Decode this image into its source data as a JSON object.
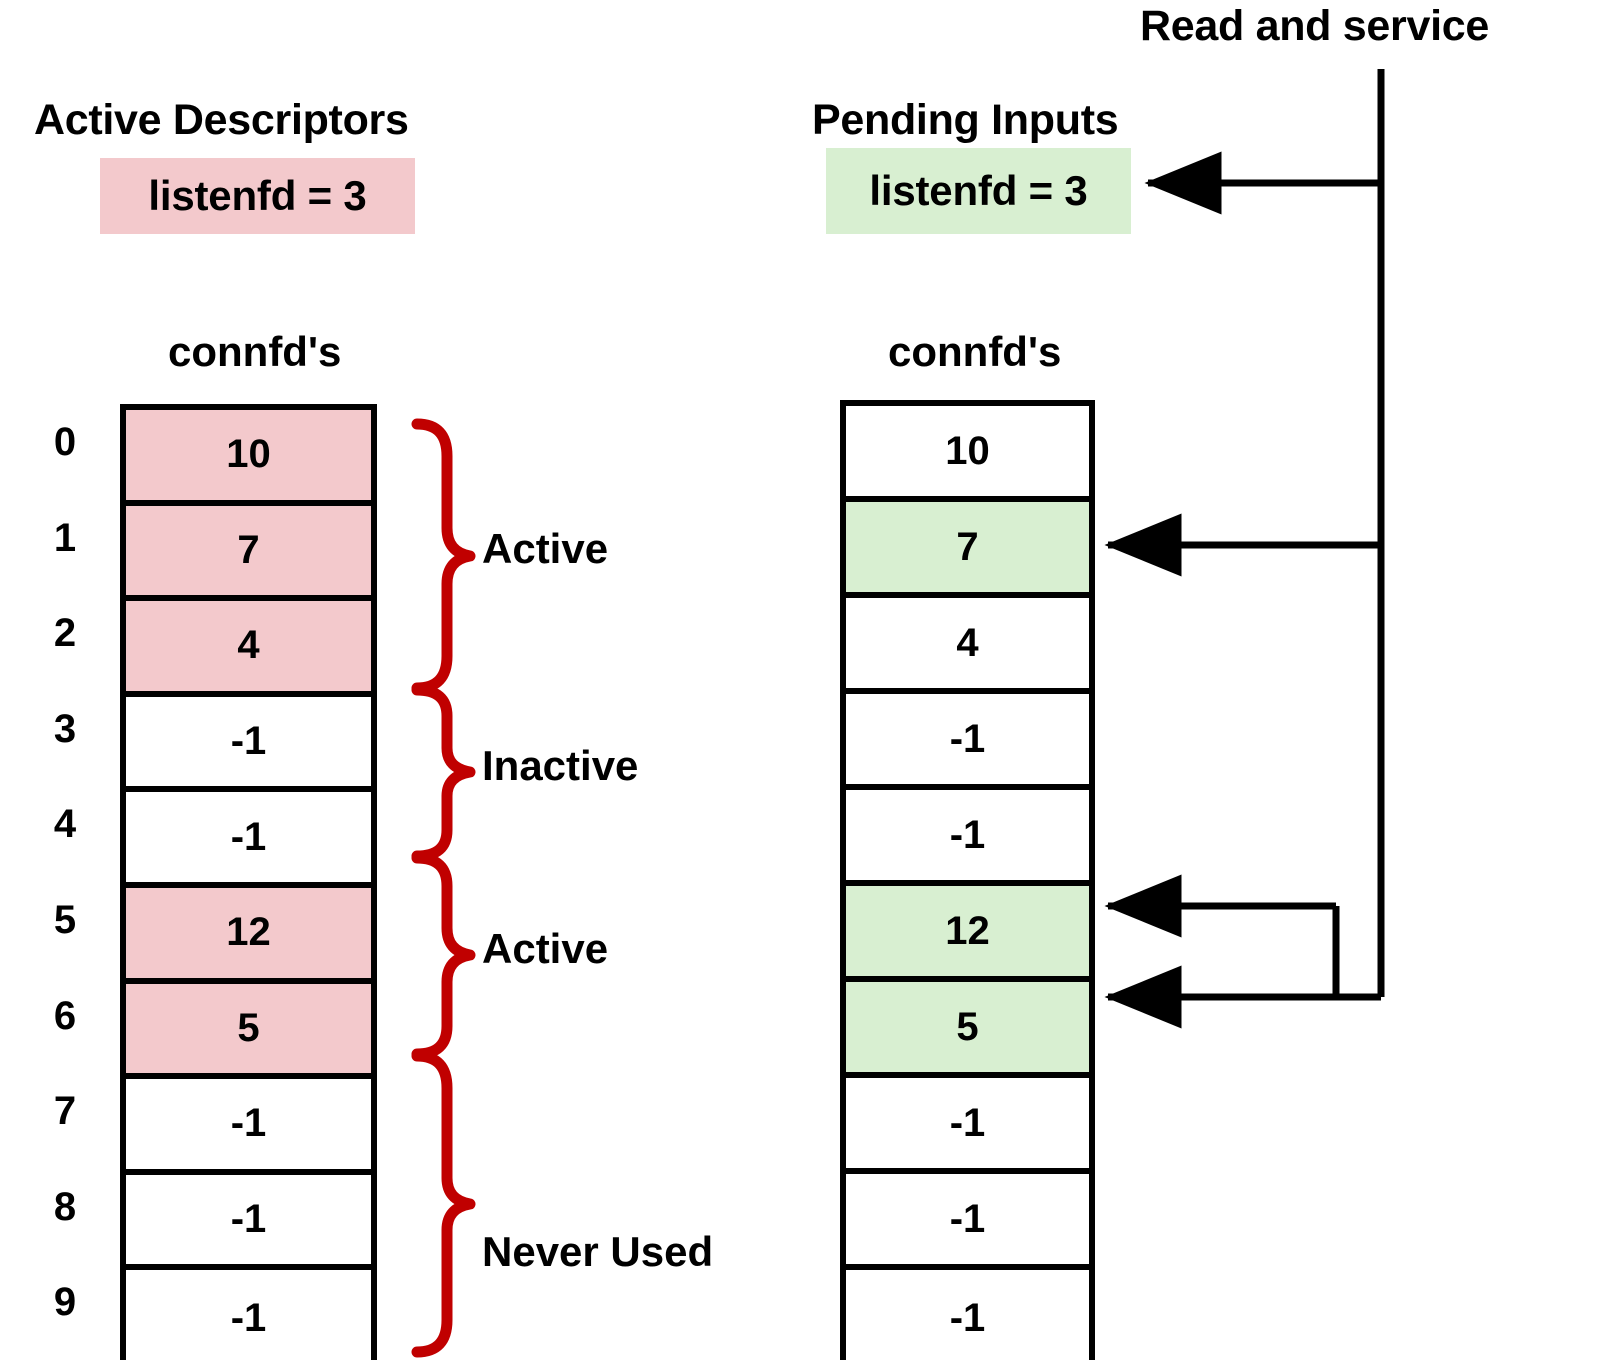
{
  "diagram": {
    "title_left": "Active Descriptors",
    "title_right": "Pending Inputs",
    "read_and_service_label": "Read and service",
    "colors": {
      "active_fill": "#f3c9cc",
      "pending_fill": "#d8efd1",
      "brace_stroke": "#c00000",
      "line_stroke": "#000000",
      "background": "#ffffff"
    }
  },
  "left_panel": {
    "heading": "Active Descriptors",
    "listenfd_chip": "listenfd = 3",
    "array_label": "connfd's",
    "indices": [
      "0",
      "1",
      "2",
      "3",
      "4",
      "5",
      "6",
      "7",
      "8",
      "9"
    ],
    "cells": [
      {
        "index": "0",
        "value": "10",
        "state": "active"
      },
      {
        "index": "1",
        "value": "7",
        "state": "active"
      },
      {
        "index": "2",
        "value": "4",
        "state": "active"
      },
      {
        "index": "3",
        "value": "-1",
        "state": "inactive"
      },
      {
        "index": "4",
        "value": "-1",
        "state": "inactive"
      },
      {
        "index": "5",
        "value": "12",
        "state": "active"
      },
      {
        "index": "6",
        "value": "5",
        "state": "active"
      },
      {
        "index": "7",
        "value": "-1",
        "state": "never-used"
      },
      {
        "index": "8",
        "value": "-1",
        "state": "never-used"
      },
      {
        "index": "9",
        "value": "-1",
        "state": "never-used"
      }
    ],
    "braces": [
      {
        "label": "Active",
        "rows": [
          0,
          2
        ]
      },
      {
        "label": "Inactive",
        "rows": [
          3,
          4
        ]
      },
      {
        "label": "Active",
        "rows": [
          5,
          6
        ]
      },
      {
        "label": "Never Used",
        "rows": [
          7,
          9
        ]
      }
    ]
  },
  "right_panel": {
    "heading": "Pending Inputs",
    "listenfd_chip": "listenfd = 3",
    "array_label": "connfd's",
    "cells": [
      {
        "index": "0",
        "value": "10",
        "pending": false
      },
      {
        "index": "1",
        "value": "7",
        "pending": true
      },
      {
        "index": "2",
        "value": "4",
        "pending": false
      },
      {
        "index": "3",
        "value": "-1",
        "pending": false
      },
      {
        "index": "4",
        "value": "-1",
        "pending": false
      },
      {
        "index": "5",
        "value": "12",
        "pending": true
      },
      {
        "index": "6",
        "value": "5",
        "pending": true
      },
      {
        "index": "7",
        "value": "-1",
        "pending": false
      },
      {
        "index": "8",
        "value": "-1",
        "pending": false
      },
      {
        "index": "9",
        "value": "-1",
        "pending": false
      }
    ],
    "arrow_targets": [
      "listenfd = 3",
      "7",
      "12",
      "5"
    ]
  }
}
